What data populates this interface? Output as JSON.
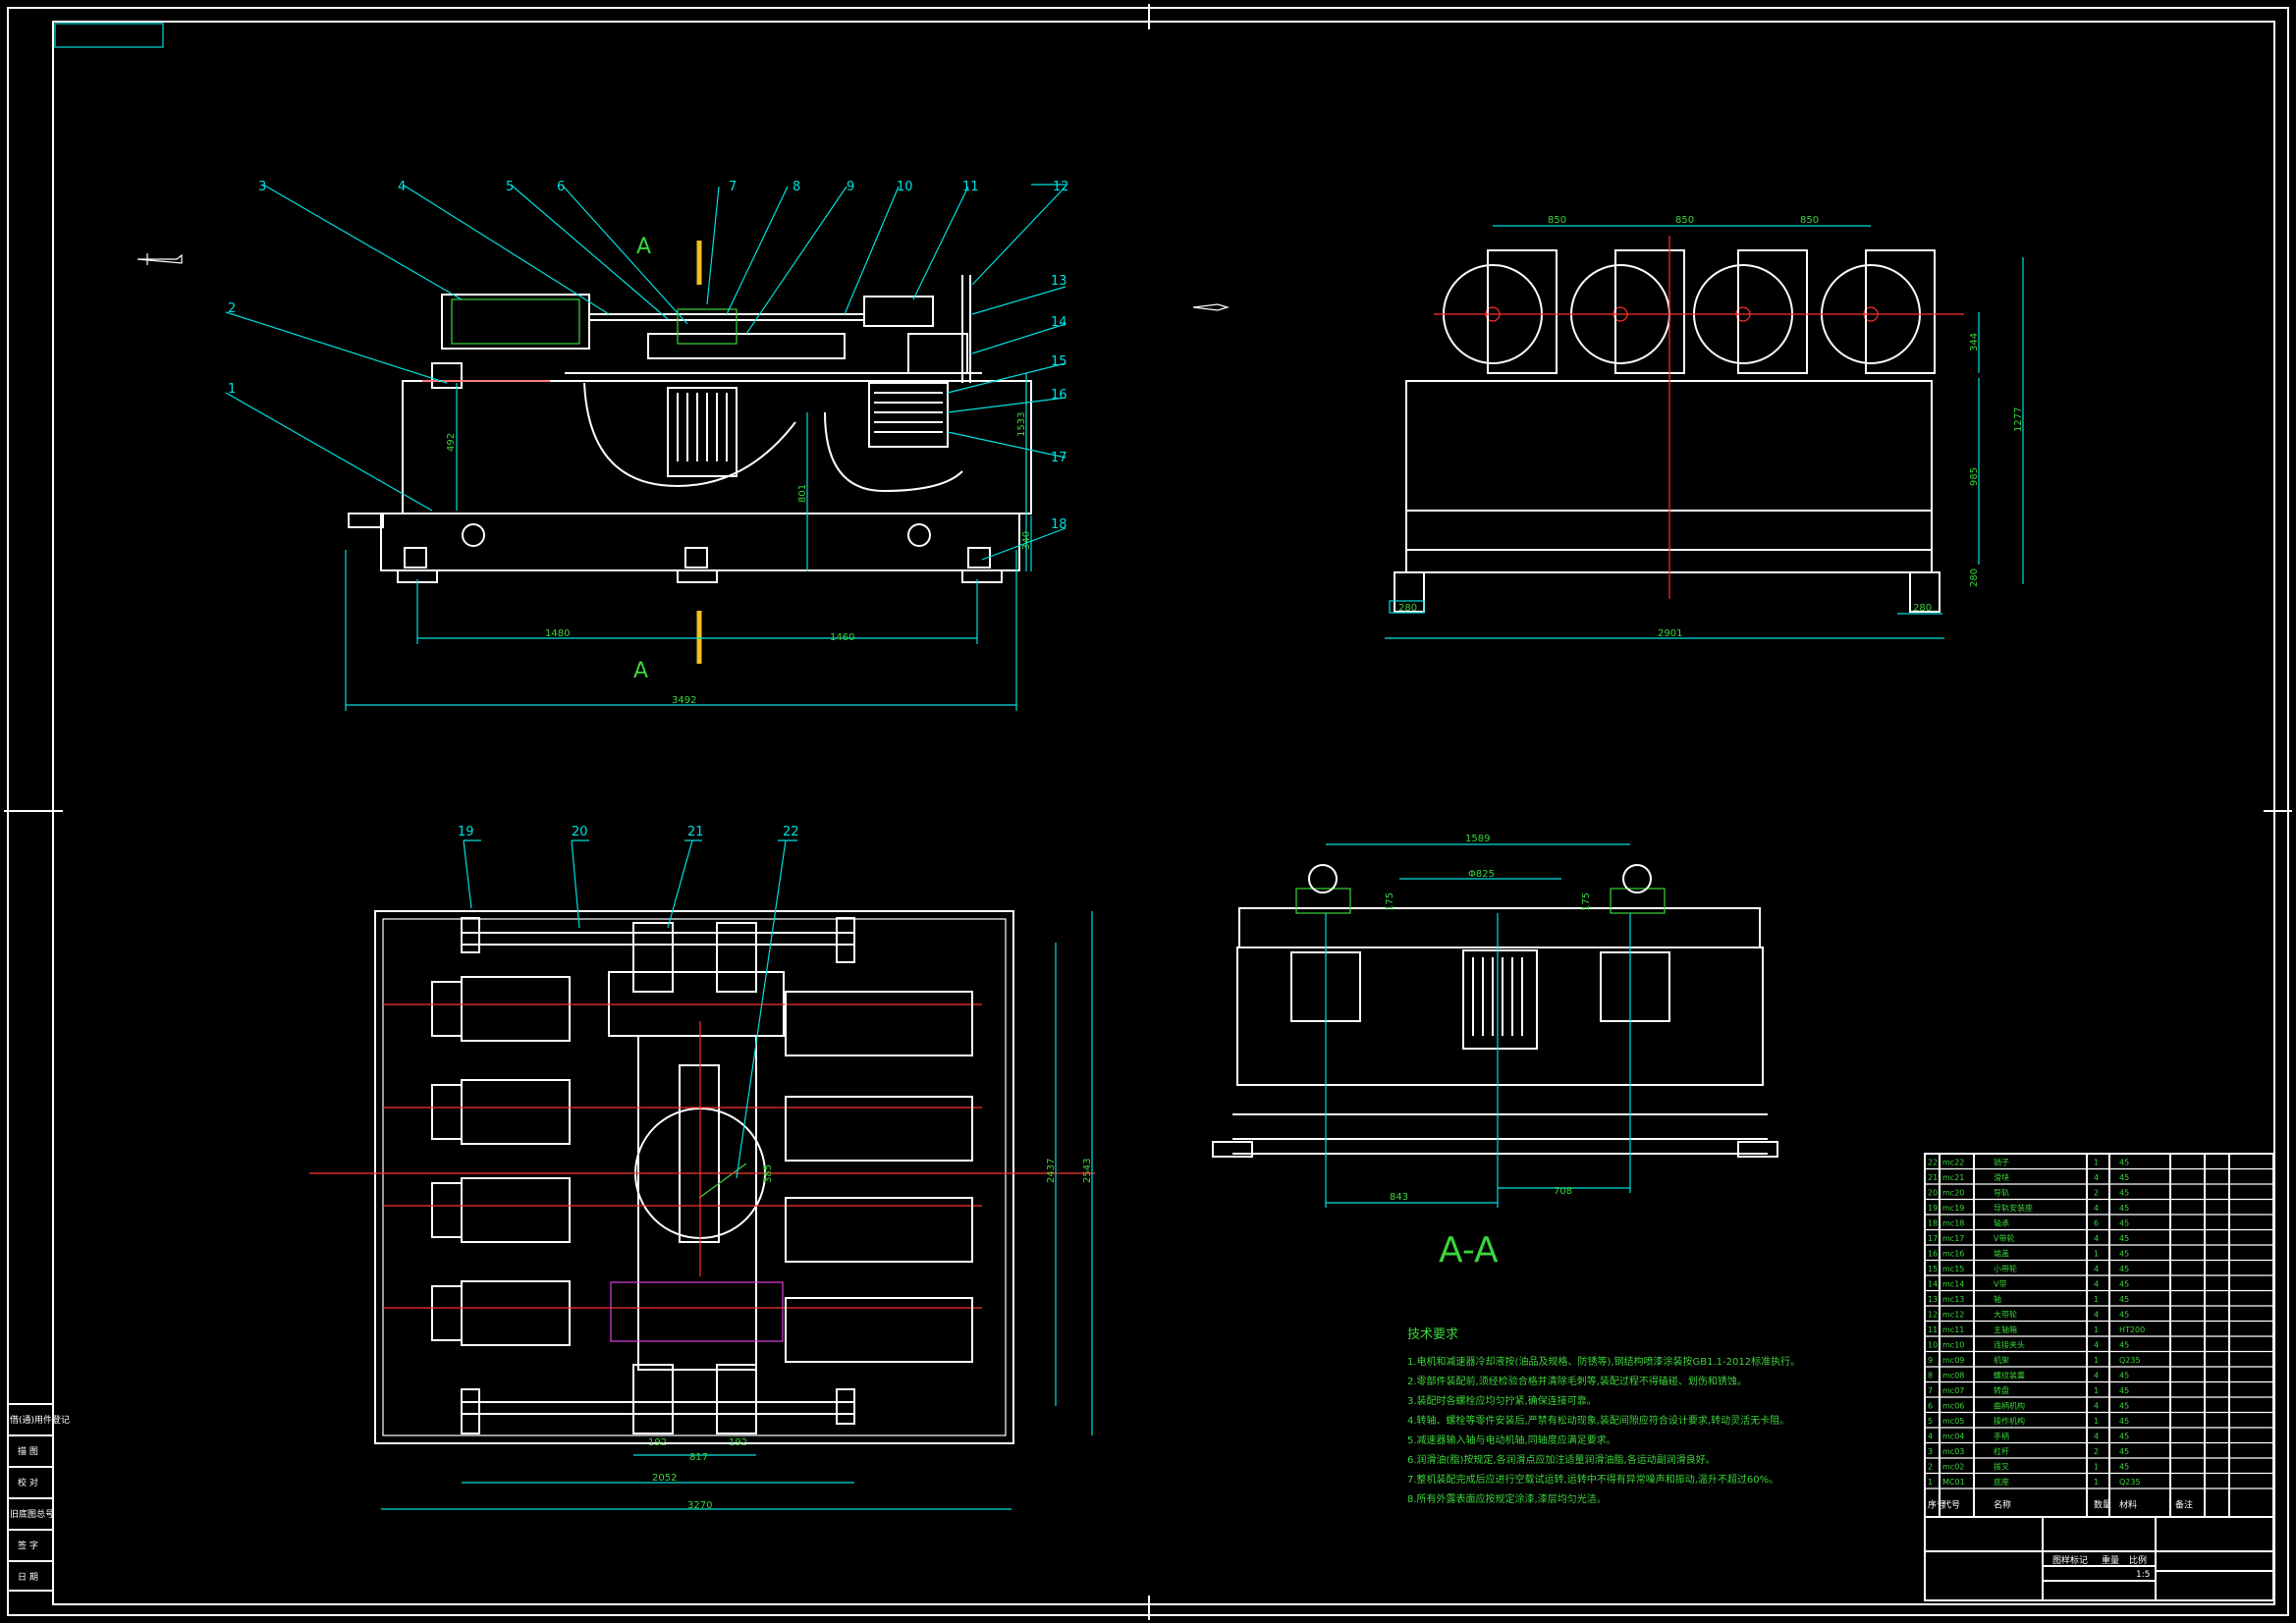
{
  "balloons_front": [
    "1",
    "2",
    "3",
    "4",
    "5",
    "6",
    "7",
    "8",
    "9",
    "10",
    "11",
    "12",
    "13",
    "14",
    "15",
    "16",
    "17",
    "18"
  ],
  "balloons_plan": [
    "19",
    "20",
    "21",
    "22"
  ],
  "section_marks": {
    "top": "A",
    "bottom": "A",
    "view_title": "A-A"
  },
  "dims_front": {
    "d1": "1480",
    "d2": "1460",
    "d3": "3492",
    "v1": "492",
    "v2": "801",
    "v3": "1533",
    "v4": "340"
  },
  "dims_side": {
    "h1": "850",
    "h2": "850",
    "h3": "850",
    "v1": "344",
    "v2": "1277",
    "v3": "985",
    "v4": "280",
    "bottom": "2901",
    "foot": "280",
    "right": "280"
  },
  "dims_plan": {
    "d1": "3270",
    "d2": "2052",
    "d3": "817",
    "d4": "192",
    "d5": "192",
    "v1": "2437",
    "v2": "2543",
    "c1": "385"
  },
  "dims_section": {
    "top": "1589",
    "mid": "Φ825",
    "v1": "175",
    "v2": "175",
    "b1": "843",
    "b2": "708"
  },
  "tech_req": {
    "title": "技术要求",
    "items": [
      "1.电机和减速器冷却液按(油品及规格、防锈等),钢结构喷漆涂装按GB1.1-2012标准执行。",
      "2.零部件装配前,须经检验合格并清除毛刺等,装配过程不得磕碰、划伤和锈蚀。",
      "3.装配时各螺栓应均匀拧紧,确保连接可靠。",
      "4.转轴、螺栓等零件安装后,严禁有松动现象,装配间隙应符合设计要求,转动灵活无卡阻。",
      "5.减速器输入轴与电动机轴,同轴度应满足要求。",
      "6.润滑油(脂)按规定,各润滑点应加注适量润滑油脂,各运动副润滑良好。",
      "7.整机装配完成后应进行空载试运转,运转中不得有异常噪声和振动,温升不超过60%。",
      "8.所有外露表面应按规定涂漆,漆层均匀光洁。"
    ]
  },
  "bom_rows": [
    [
      "22",
      "mc22",
      "销子",
      "1",
      "45",
      ""
    ],
    [
      "21",
      "mc21",
      "滑块",
      "4",
      "45",
      ""
    ],
    [
      "20",
      "mc20",
      "导轨",
      "2",
      "45",
      ""
    ],
    [
      "19",
      "mc19",
      "导轨安装座",
      "4",
      "45",
      ""
    ],
    [
      "18",
      "mc18",
      "轴承",
      "6",
      "45",
      ""
    ],
    [
      "17",
      "mc17",
      "V带轮",
      "4",
      "45",
      ""
    ],
    [
      "16",
      "mc16",
      "端盖",
      "1",
      "45",
      ""
    ],
    [
      "15",
      "mc15",
      "小带轮",
      "4",
      "45",
      ""
    ],
    [
      "14",
      "mc14",
      "V带",
      "4",
      "45",
      ""
    ],
    [
      "13",
      "mc13",
      "轴",
      "1",
      "45",
      ""
    ],
    [
      "12",
      "mc12",
      "大带轮",
      "4",
      "45",
      ""
    ],
    [
      "11",
      "mc11",
      "主轴箱",
      "1",
      "HT200",
      ""
    ],
    [
      "10",
      "mc10",
      "连接夹头",
      "4",
      "45",
      ""
    ],
    [
      "9",
      "mc09",
      "机架",
      "1",
      "Q235",
      ""
    ],
    [
      "8",
      "mc08",
      "螺纹装置",
      "4",
      "45",
      ""
    ],
    [
      "7",
      "mc07",
      "转盘",
      "1",
      "45",
      ""
    ],
    [
      "6",
      "mc06",
      "曲柄机构",
      "4",
      "45",
      ""
    ],
    [
      "5",
      "mc05",
      "操作机构",
      "1",
      "45",
      ""
    ],
    [
      "4",
      "mc04",
      "手柄",
      "4",
      "45",
      ""
    ],
    [
      "3",
      "mc03",
      "杠杆",
      "2",
      "45",
      ""
    ],
    [
      "2",
      "mc02",
      "拨叉",
      "1",
      "45",
      ""
    ],
    [
      "1",
      "MC01",
      "底座",
      "1",
      "Q235",
      ""
    ]
  ],
  "bom_header": [
    "序号",
    "代号",
    "名称",
    "数量",
    "材料",
    "备注"
  ],
  "left_strip": [
    "借(通)用件登记",
    "描 图",
    "校 对",
    "旧底图总号",
    "签 字",
    "日 期"
  ],
  "title_block": {
    "row1": "图样标记",
    "row2": "重量",
    "row3": "比例",
    "scale": "1:5"
  }
}
